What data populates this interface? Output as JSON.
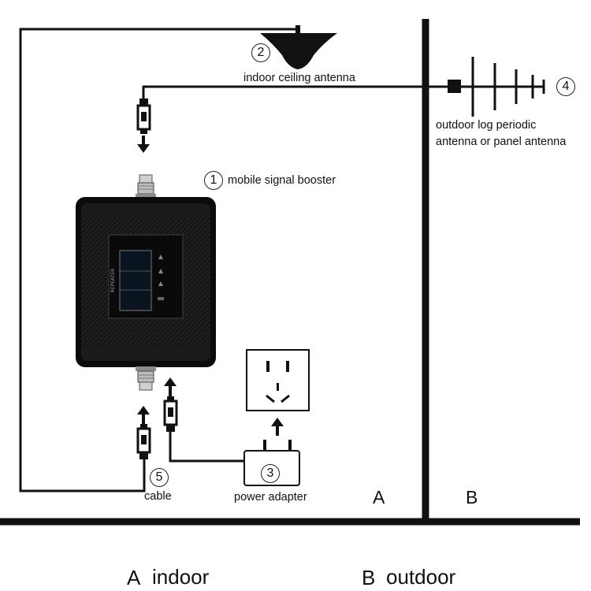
{
  "labels": {
    "ceiling_antenna": "indoor ceiling antenna",
    "outdoor_antenna_line1": "outdoor log periodic",
    "outdoor_antenna_line2": "antenna or panel antenna",
    "booster": "mobile signal booster",
    "power_adapter": "power adapter",
    "cable": "cable",
    "zone_a": "A",
    "zone_b": "B",
    "legend_a_letter": "A",
    "legend_a_text": "indoor",
    "legend_b_letter": "B",
    "legend_b_text": "outdoor"
  },
  "markers": {
    "booster": "1",
    "ceiling_antenna": "2",
    "power_adapter": "3",
    "outdoor_antenna": "4",
    "cable": "5"
  },
  "device": {
    "side_text": "REPEATER"
  },
  "icons": {
    "ceiling_antenna": "ceiling-antenna-icon",
    "outdoor_antenna": "yagi-antenna-icon",
    "booster": "signal-booster-icon",
    "power_outlet": "power-outlet-icon",
    "power_adapter": "power-adapter-icon",
    "connector": "cable-connector-icon",
    "arrow": "arrow-icon"
  },
  "colors": {
    "line": "#111111",
    "device_body": "#0c0c0c"
  }
}
